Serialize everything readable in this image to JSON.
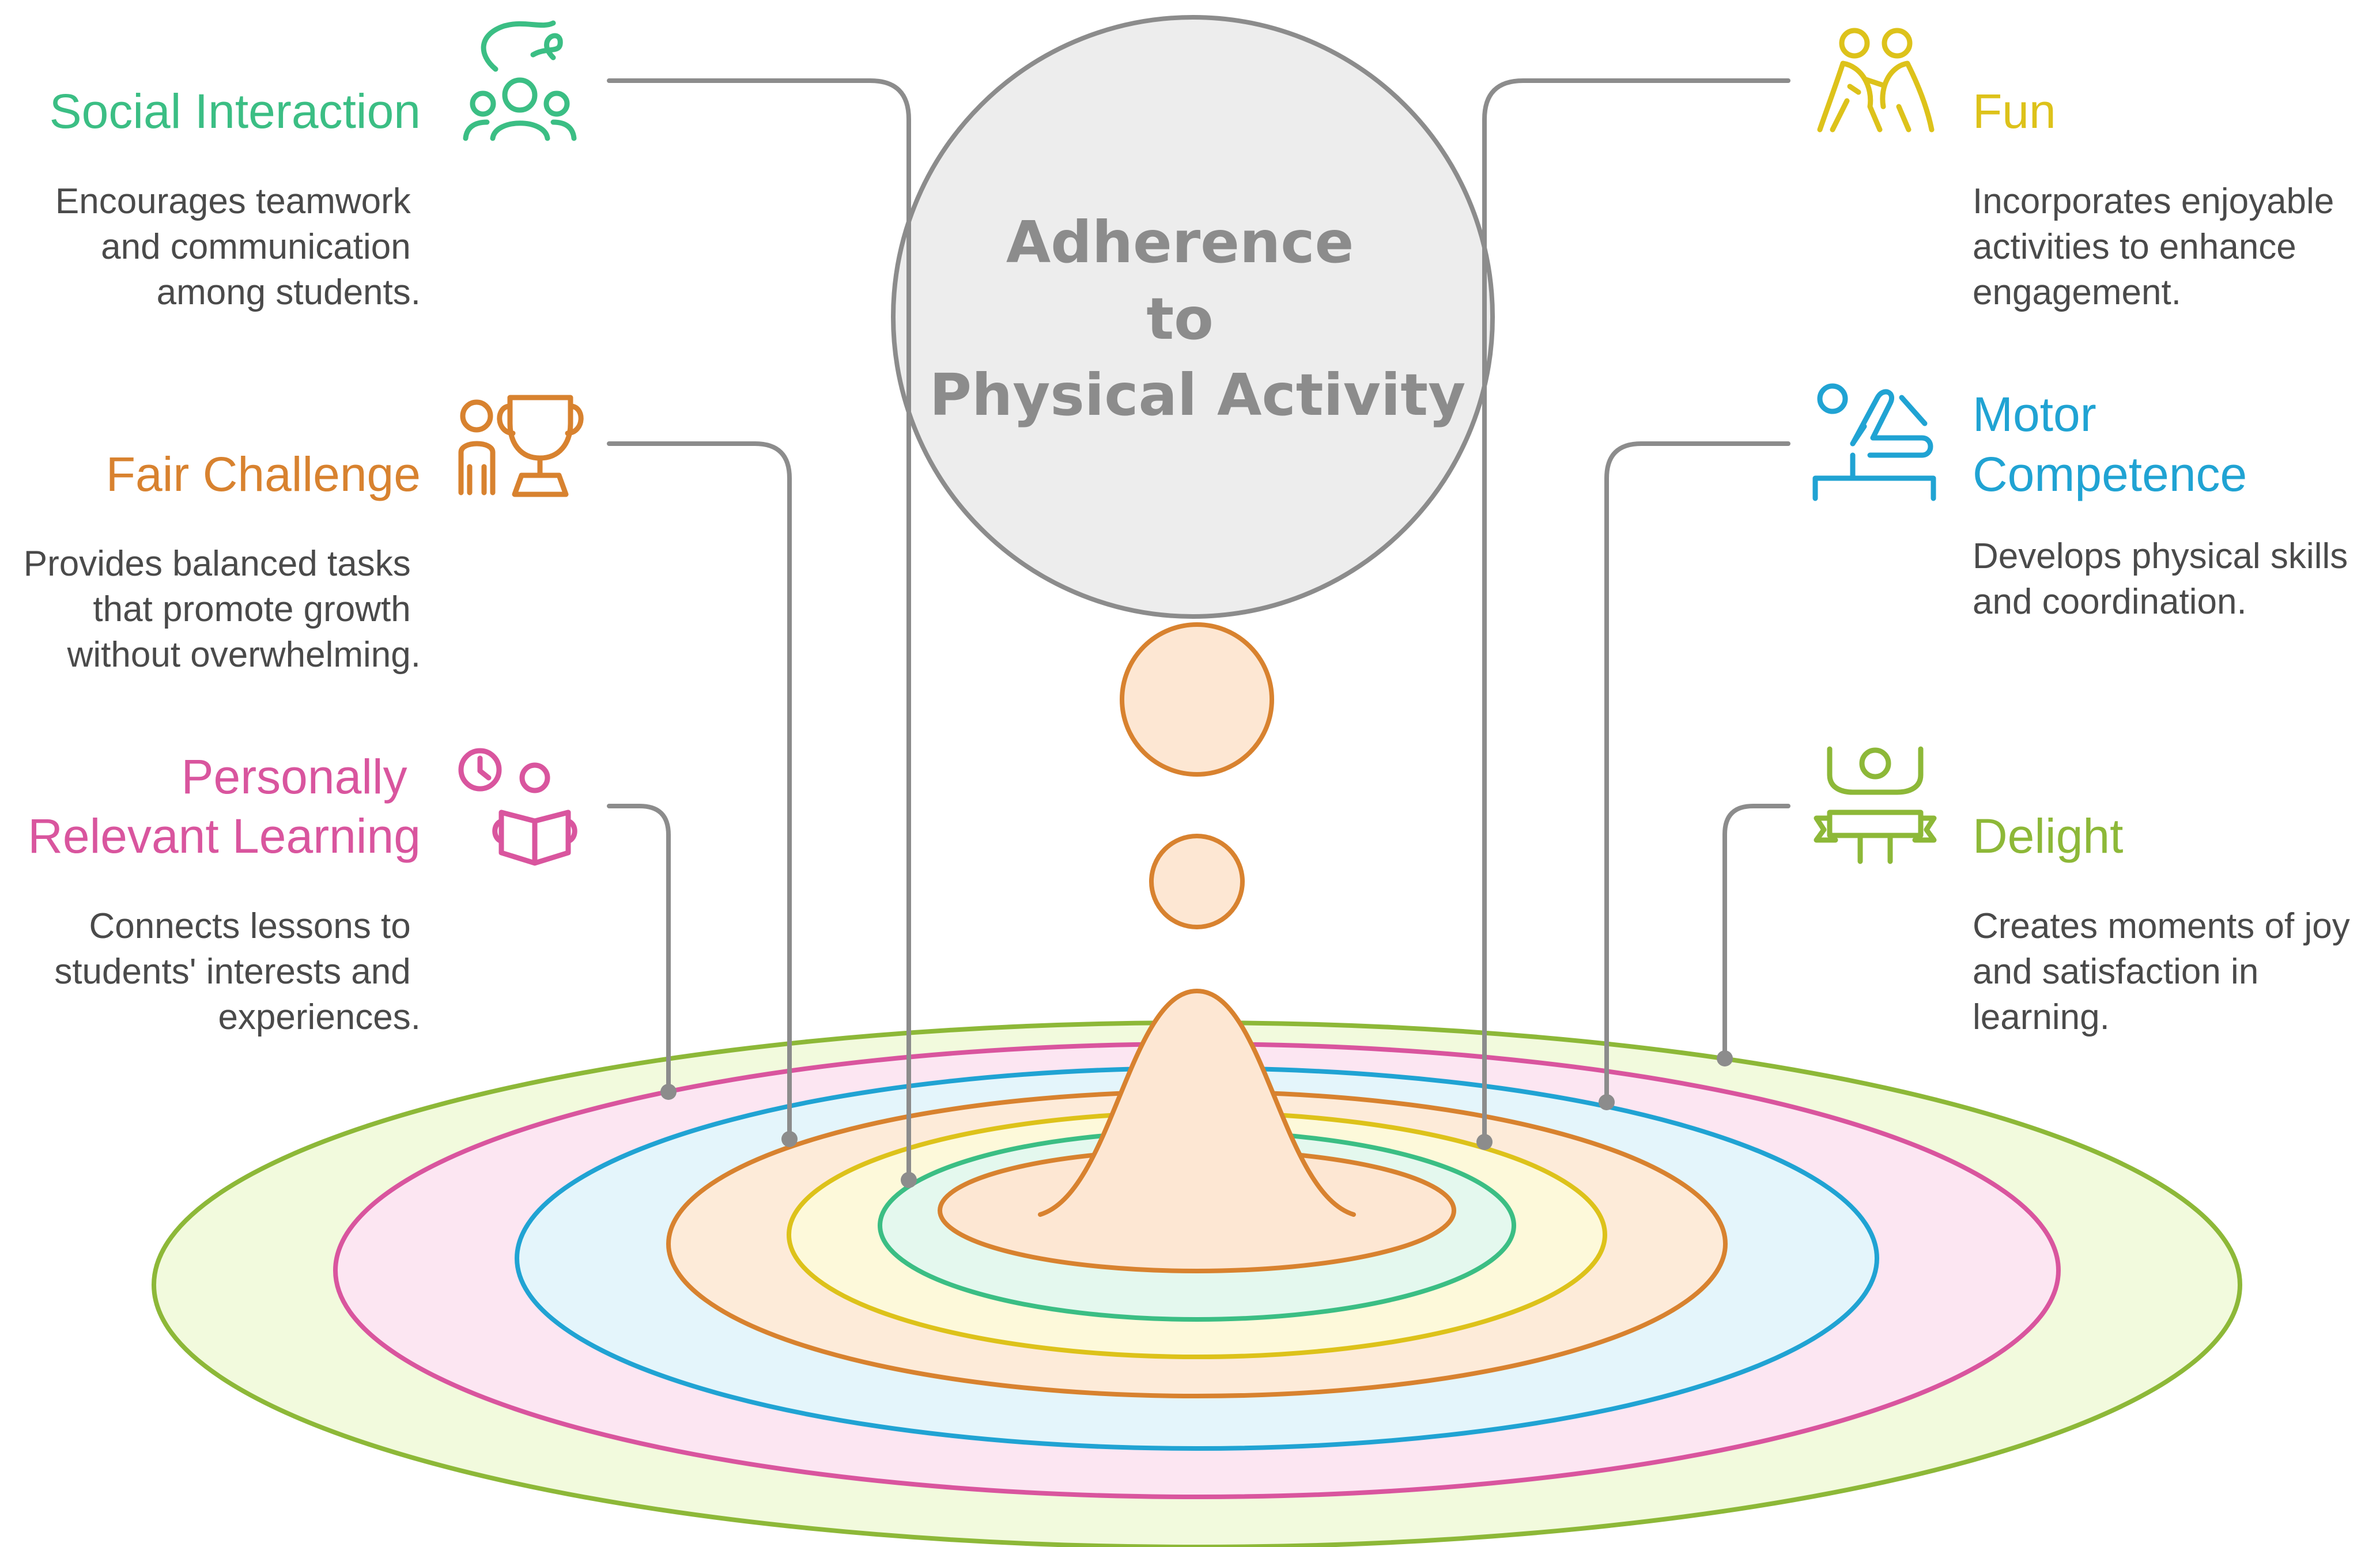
{
  "center": {
    "title_lines": [
      "Adherence",
      "to",
      "Physical Activity"
    ],
    "fill": "#EDEDED",
    "stroke": "#8C8C8C",
    "text_color": "#8C8C8C"
  },
  "factors": {
    "social_interaction": {
      "title_lines": [
        "Social Interaction"
      ],
      "description_lines": [
        "Encourages teamwork",
        "and communication",
        "among students."
      ],
      "color": "#3BBE84",
      "icon": "group-of-people-icon"
    },
    "fair_challenge": {
      "title_lines": [
        "Fair Challenge"
      ],
      "description_lines": [
        "Provides balanced tasks",
        "that promote growth",
        "without overwhelming."
      ],
      "color": "#D8822F",
      "icon": "person-with-trophy-icon"
    },
    "personally_relevant_learning": {
      "title_lines": [
        "Personally",
        "Relevant Learning"
      ],
      "description_lines": [
        "Connects lessons to",
        "students' interests and",
        "experiences."
      ],
      "color": "#D9559E",
      "icon": "reading-with-clock-icon"
    },
    "fun": {
      "title_lines": [
        "Fun"
      ],
      "description_lines": [
        "Incorporates enjoyable",
        "activities to enhance",
        "engagement."
      ],
      "color": "#DDC21A",
      "icon": "children-playing-icon"
    },
    "motor_competence": {
      "title_lines": [
        "Motor",
        "Competence"
      ],
      "description_lines": [
        "Develops physical skills",
        "and coordination."
      ],
      "color": "#20A3D3",
      "icon": "gymnast-icon"
    },
    "delight": {
      "title_lines": [
        "Delight"
      ],
      "description_lines": [
        "Creates moments of joy",
        "and satisfaction in",
        "learning."
      ],
      "color": "#8DB838",
      "icon": "celebrating-person-icon"
    }
  },
  "ripple_palette": {
    "delight_fill": "#F2FADD",
    "personal_fill": "#FCE6F2",
    "motor_fill": "#E4F5FB",
    "fair_fill": "#FDEBD9",
    "fun_fill": "#FDF9DA",
    "social_fill": "#E4F8EE",
    "drop_fill": "#FDE7D3",
    "connector": "#8C8C8C",
    "description_text": "#4A4A4A"
  }
}
